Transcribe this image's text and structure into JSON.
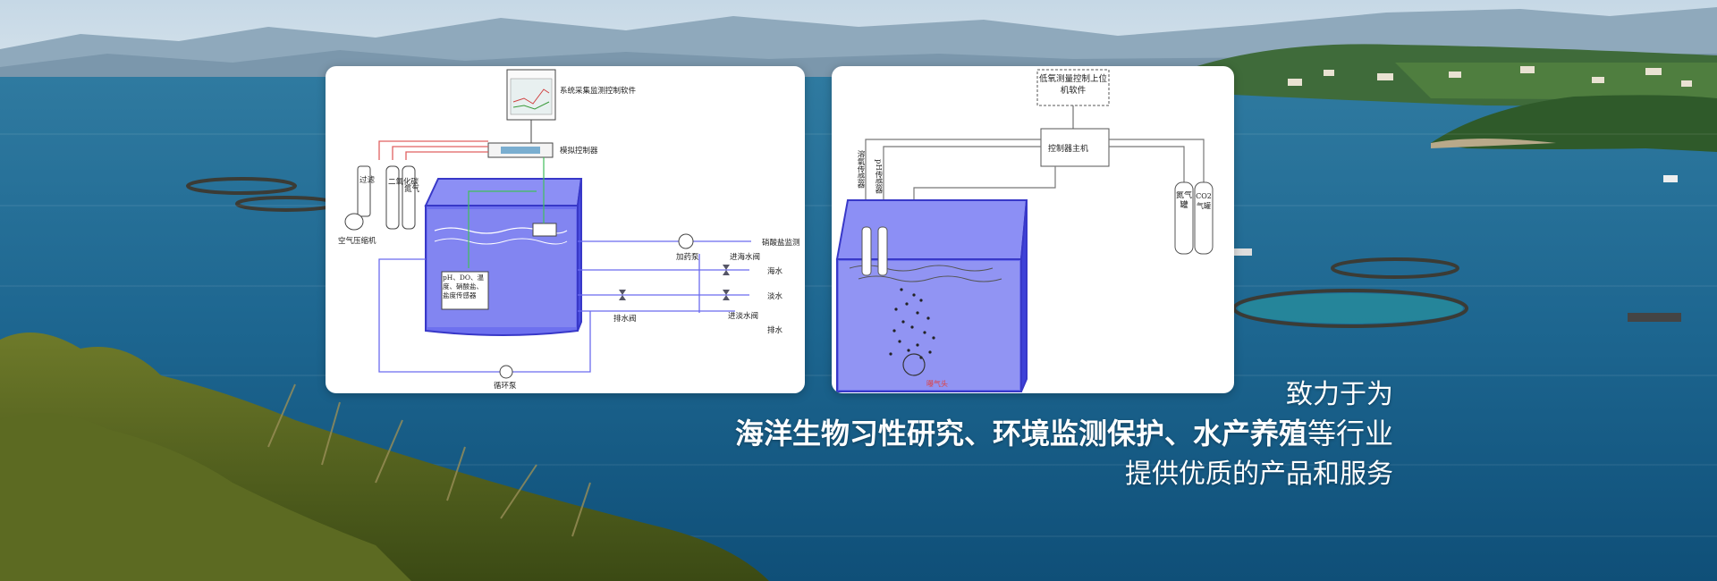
{
  "slogan": {
    "line1": "致力于为",
    "line2_bold": "海洋生物习性研究、环境监测保护、水产养殖",
    "line2_rest": "等行业",
    "line3": "提供优质的产品和服务"
  },
  "diagram1": {
    "software_label": "系统采集监测控制软件",
    "simulator_label": "模拟控制器",
    "filter_label": "过滤",
    "co2_label": "二氧化碳",
    "n2_label": "氮气",
    "compressor_label": "空气压缩机",
    "sensors_label": "pH、DO、温度、硝酸盐、盐度传感器",
    "nitrate_monitor_label": "硝酸盐监测",
    "dosing_pump_label": "加药泵",
    "seawater_in_valve_label": "进海水阀",
    "seawater_label": "海水",
    "fresh_water_label": "淡水",
    "fresh_in_valve_label": "进淡水阀",
    "drain_valve_label": "排水阀",
    "drain_label": "排水",
    "circ_pump_label": "循环泵"
  },
  "diagram2": {
    "software_label": "低氧测量控制上位机软件",
    "host_label": "控制器主机",
    "n2_tank_label": "氮气罐",
    "co2_tank_label": "CO2气罐",
    "sensor1_label": "溶氧传感器",
    "sensor2_label": "pH传感器",
    "aerator_label": "曝气头"
  },
  "colors": {
    "tank_blue": "#5a5ef0",
    "pipe_red": "#e06060",
    "pipe_blue": "#6b6bef",
    "pipe_green": "#3fbf5a"
  }
}
